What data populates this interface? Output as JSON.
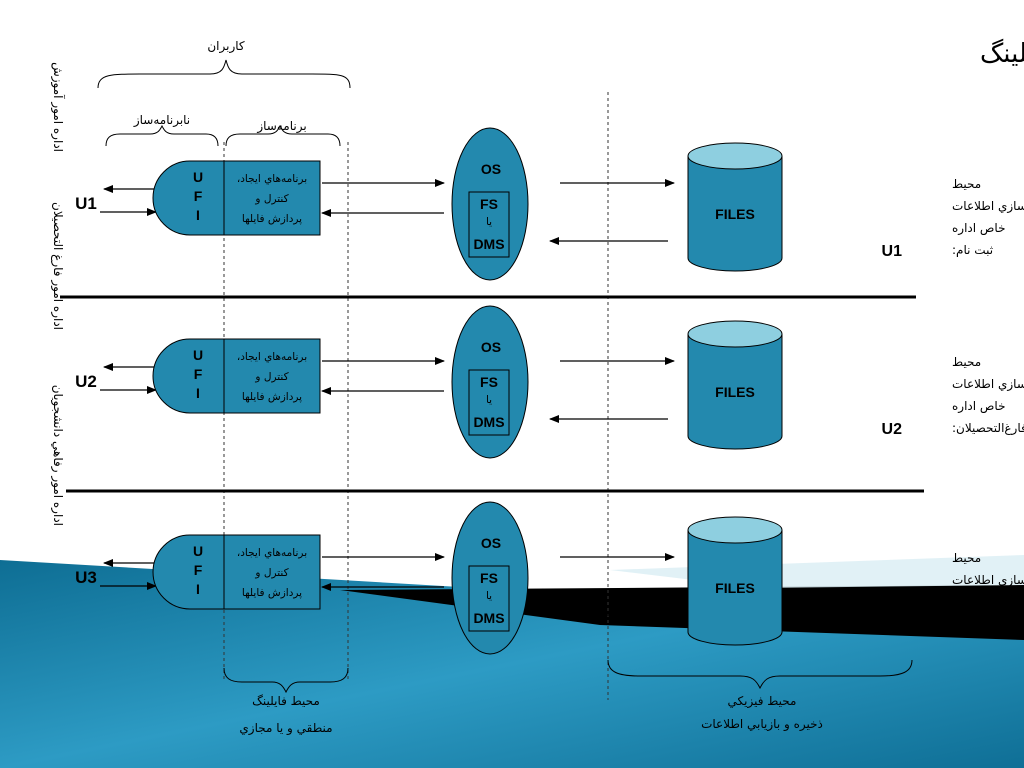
{
  "slide": {
    "title": "نمايش ساده‌شده فايلينگ",
    "users_label": "كاربران",
    "nonprogrammer_label": "نابرنامه‌ساز",
    "programmer_label": "برنامه‌ساز",
    "bottom_left_line1": "محيط فايلينگ",
    "bottom_left_line2": "منطقي و يا مجازي",
    "bottom_right_line1": "محيط فيزيكي",
    "bottom_right_line2": "ذخيره و بازيابي اطلاعات"
  },
  "rows": [
    {
      "user": "U1",
      "side_label": "اداره امور آموزش",
      "ufi": [
        "U",
        "F",
        "I"
      ],
      "prog_lines": [
        "برنامه‌هاي ايجاد،",
        "كنترل و",
        "پردازش فايلها"
      ],
      "os": "OS",
      "fs": "FS",
      "or": "يا",
      "dms": "DMS",
      "files": "FILES",
      "env_lines": [
        "محيط",
        "ذخيره‌سازي اطلاعات",
        "خاص اداره",
        "ثبت نام:"
      ],
      "env_code": "U1"
    },
    {
      "user": "U2",
      "side_label": "اداره امور فارغ التحصيلان",
      "ufi": [
        "U",
        "F",
        "I"
      ],
      "prog_lines": [
        "برنامه‌هاي ايجاد،",
        "كنترل و",
        "پردازش فايلها"
      ],
      "os": "OS",
      "fs": "FS",
      "or": "يا",
      "dms": "DMS",
      "files": "FILES",
      "env_lines": [
        "محيط",
        "ذخيره‌سازي اطلاعات",
        "خاص اداره",
        "فارغ‌التحصيلان:"
      ],
      "env_code": "U2"
    },
    {
      "user": "U3",
      "side_label": "اداره امور رفاهي دانشجويان",
      "ufi": [
        "U",
        "F",
        "I"
      ],
      "prog_lines": [
        "برنامه‌هاي ايجاد،",
        "كنترل و",
        "پردازش فايلها"
      ],
      "os": "OS",
      "fs": "FS",
      "or": "يا",
      "dms": "DMS",
      "files": "FILES",
      "env_lines": [
        "محيط",
        "ذخيره‌سازي اطلاعات"
      ],
      "env_code": ""
    }
  ],
  "colors": {
    "shape_fill": "#2389AE",
    "cylinder_top": "#8ECFE0",
    "band_dark": "#000000",
    "band_blue": "#1A8CB4"
  }
}
